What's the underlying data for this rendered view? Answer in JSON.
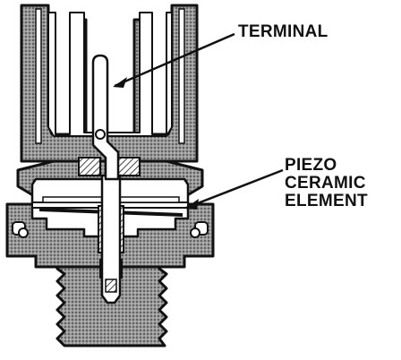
{
  "labels": {
    "terminal": "TERMINAL",
    "piezo_line1": "PIEZO",
    "piezo_line2": "CERAMIC",
    "piezo_line3": "ELEMENT"
  },
  "colors": {
    "ink": "#111111",
    "shading": "#8f8f8f",
    "background": "#ffffff"
  }
}
